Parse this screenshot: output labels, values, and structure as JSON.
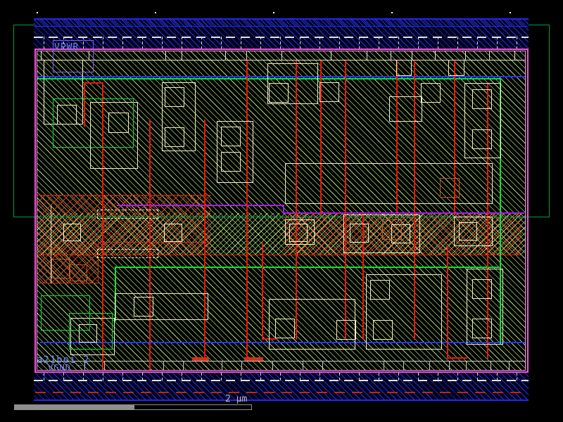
{
  "app": {
    "type": "ic-layout-viewer"
  },
  "labels": {
    "vpwr": "VPWR",
    "vgnd": "VGND",
    "cell_name": "a21boi_2",
    "scale": "2 µm"
  },
  "colors": {
    "background": "#000000",
    "nwell_green": "#00a040",
    "diff_hatch_green": "#baee7e",
    "metal_rail_blue": "#2633dd",
    "poly_red": "#ee1507",
    "metal1_pale": "#f5f1c9",
    "cell_boundary_pink": "#f553dd",
    "pin_violet": "#8659ff",
    "route_purple": "#a81cf0",
    "route_blue": "#2236ff",
    "label_blue": "#7a86ff",
    "scalebar_gray": "#8f8f8f"
  },
  "ticks": {
    "band_xs": [
      62,
      90,
      118,
      146,
      174,
      202,
      230,
      258,
      286,
      314,
      342,
      370,
      398,
      426,
      454,
      482,
      510,
      538,
      566,
      594,
      622,
      650,
      678,
      706,
      734
    ],
    "top_tap_xs": [
      58,
      126,
      235,
      258,
      320,
      350,
      400,
      470,
      521,
      555,
      585,
      618,
      661,
      695,
      731
    ],
    "bottom_tap_xs": [
      120,
      148,
      232,
      260,
      315,
      343,
      387,
      430,
      458,
      545,
      573,
      610,
      638,
      662,
      697,
      723
    ]
  },
  "shapes": [
    [
      19,
      35,
      762,
      274,
      "nw"
    ],
    [
      48,
      27,
      703,
      42,
      "bandblue"
    ],
    [
      48,
      530,
      703,
      40,
      "bandblue"
    ],
    [
      48,
      27,
      703,
      11,
      "bandblue2"
    ],
    [
      53,
      72,
      694,
      455,
      "cellhatch"
    ],
    [
      53,
      303,
      694,
      60,
      "xgrn"
    ],
    [
      53,
      278,
      247,
      85,
      "xred"
    ],
    [
      403,
      303,
      338,
      60,
      "xred"
    ],
    [
      53,
      345,
      87,
      58,
      "xred"
    ],
    [
      48,
      26,
      703,
      2,
      "blu2"
    ],
    [
      48,
      37,
      703,
      1,
      "blu2"
    ],
    [
      48,
      568,
      703,
      2,
      "blu2"
    ],
    [
      48,
      52,
      703,
      2,
      "wdash"
    ],
    [
      48,
      540,
      703,
      2,
      "wdash"
    ],
    [
      50,
      557,
      699,
      2,
      "rdash"
    ],
    [
      53,
      362,
      688,
      1,
      "redseg"
    ],
    [
      140,
      344,
      160,
      1,
      "redseg"
    ],
    [
      139,
      345,
      1,
      58,
      "redseg"
    ],
    [
      53,
      402,
      87,
      1,
      "redseg"
    ],
    [
      53,
      277,
      247,
      1,
      "redseg"
    ],
    [
      273,
      508,
      24,
      5,
      "redseg"
    ],
    [
      347,
      508,
      27,
      5,
      "redseg"
    ],
    [
      19,
      308,
      762,
      1,
      "nwl"
    ],
    [
      53,
      108,
      694,
      2,
      "blu"
    ],
    [
      57,
      486,
      690,
      2,
      "blu"
    ],
    [
      53,
      111,
      657,
      2,
      "grnl"
    ],
    [
      710,
      111,
      2,
      378,
      "grnl"
    ],
    [
      163,
      379,
      546,
      2,
      "grnl"
    ],
    [
      163,
      379,
      2,
      78,
      "grnl"
    ],
    [
      166,
      291,
      237,
      2,
      "pur"
    ],
    [
      402,
      291,
      2,
      13,
      "pur"
    ],
    [
      402,
      302,
      343,
      2,
      "pur"
    ],
    [
      53,
      85,
      694,
      1,
      "m1l"
    ],
    [
      72,
      292,
      1,
      111,
      "m1l"
    ],
    [
      53,
      513,
      694,
      1,
      "gray"
    ],
    [
      119,
      117,
      2,
      63,
      "poly"
    ],
    [
      145,
      117,
      2,
      410,
      "poly"
    ],
    [
      212,
      170,
      2,
      357,
      "poly"
    ],
    [
      290,
      170,
      2,
      340,
      "poly"
    ],
    [
      350,
      86,
      2,
      424,
      "poly"
    ],
    [
      372,
      345,
      2,
      138,
      "poly"
    ],
    [
      420,
      86,
      2,
      397,
      "poly"
    ],
    [
      455,
      86,
      2,
      219,
      "poly"
    ],
    [
      490,
      86,
      2,
      397,
      "poly"
    ],
    [
      515,
      303,
      2,
      180,
      "poly"
    ],
    [
      563,
      86,
      2,
      216,
      "poly"
    ],
    [
      588,
      86,
      2,
      397,
      "poly"
    ],
    [
      635,
      350,
      2,
      160,
      "poly"
    ],
    [
      645,
      86,
      2,
      217,
      "poly"
    ],
    [
      692,
      117,
      2,
      393,
      "poly"
    ],
    [
      119,
      117,
      28,
      2,
      "poly"
    ],
    [
      635,
      508,
      29,
      2,
      "poly"
    ],
    [
      372,
      481,
      22,
      2,
      "poly"
    ],
    [
      62,
      85,
      56,
      92,
      "m1"
    ],
    [
      128,
      145,
      68,
      95,
      "m1"
    ],
    [
      230,
      117,
      48,
      98,
      "m1"
    ],
    [
      308,
      172,
      52,
      88,
      "m1"
    ],
    [
      380,
      90,
      72,
      58,
      "m1"
    ],
    [
      660,
      118,
      52,
      107,
      "m1"
    ],
    [
      405,
      232,
      295,
      58,
      "m1"
    ],
    [
      553,
      137,
      47,
      36,
      "m1"
    ],
    [
      163,
      417,
      133,
      38,
      "m1"
    ],
    [
      382,
      425,
      123,
      72,
      "m1"
    ],
    [
      520,
      390,
      108,
      107,
      "m1"
    ],
    [
      663,
      382,
      52,
      108,
      "m1"
    ],
    [
      100,
      452,
      63,
      53,
      "m1"
    ],
    [
      488,
      305,
      109,
      55,
      "m1"
    ],
    [
      405,
      312,
      42,
      36,
      "m1"
    ],
    [
      645,
      308,
      55,
      42,
      "m1"
    ],
    [
      563,
      85,
      22,
      23,
      "m1"
    ],
    [
      637,
      85,
      23,
      23,
      "m1"
    ],
    [
      138,
      298,
      87,
      13,
      "m1d"
    ],
    [
      138,
      354,
      87,
      13,
      "m1d"
    ],
    [
      81,
      149,
      28,
      28,
      "ct"
    ],
    [
      154,
      160,
      29,
      29,
      "ct"
    ],
    [
      234,
      124,
      28,
      28,
      "ct"
    ],
    [
      234,
      181,
      28,
      28,
      "ct"
    ],
    [
      314,
      180,
      28,
      28,
      "ct"
    ],
    [
      314,
      216,
      28,
      28,
      "ct"
    ],
    [
      382,
      118,
      28,
      28,
      "ct"
    ],
    [
      454,
      117,
      28,
      28,
      "ct"
    ],
    [
      598,
      118,
      28,
      28,
      "ct"
    ],
    [
      671,
      127,
      28,
      28,
      "ct"
    ],
    [
      671,
      184,
      28,
      28,
      "ct"
    ],
    [
      526,
      398,
      28,
      28,
      "ct"
    ],
    [
      671,
      397,
      28,
      28,
      "ct"
    ],
    [
      190,
      422,
      28,
      28,
      "ct"
    ],
    [
      391,
      453,
      28,
      28,
      "ct"
    ],
    [
      478,
      455,
      28,
      28,
      "ct"
    ],
    [
      530,
      455,
      28,
      28,
      "ct"
    ],
    [
      671,
      453,
      28,
      28,
      "ct"
    ],
    [
      112,
      461,
      26,
      26,
      "ct"
    ],
    [
      233,
      318,
      26,
      26,
      "ct"
    ],
    [
      411,
      318,
      26,
      26,
      "ct"
    ],
    [
      497,
      318,
      27,
      27,
      "ct"
    ],
    [
      556,
      319,
      27,
      27,
      "ct"
    ],
    [
      652,
      316,
      26,
      26,
      "ct"
    ],
    [
      90,
      318,
      25,
      25,
      "ct"
    ],
    [
      543,
      312,
      28,
      29,
      "org"
    ],
    [
      73,
      368,
      26,
      28,
      "org"
    ],
    [
      99,
      376,
      25,
      24,
      "org"
    ],
    [
      625,
      253,
      28,
      28,
      "org"
    ],
    [
      75,
      140,
      115,
      70,
      "grn"
    ],
    [
      58,
      420,
      70,
      50,
      "grn"
    ],
    [
      98,
      445,
      62,
      52,
      "grn"
    ],
    [
      52,
      72,
      695,
      455,
      "pink2"
    ],
    [
      49,
      69,
      702,
      461,
      "pink1"
    ],
    [
      75,
      57,
      58,
      46,
      "pin"
    ],
    [
      52,
      17,
      2,
      2,
      "dot"
    ],
    [
      220,
      17,
      2,
      2,
      "dot"
    ],
    [
      388,
      17,
      2,
      2,
      "dot"
    ],
    [
      556,
      17,
      2,
      2,
      "dot"
    ],
    [
      724,
      17,
      2,
      2,
      "dot"
    ],
    [
      20,
      575,
      170,
      8,
      "sbfill"
    ],
    [
      190,
      575,
      168,
      8,
      "sbout"
    ]
  ]
}
